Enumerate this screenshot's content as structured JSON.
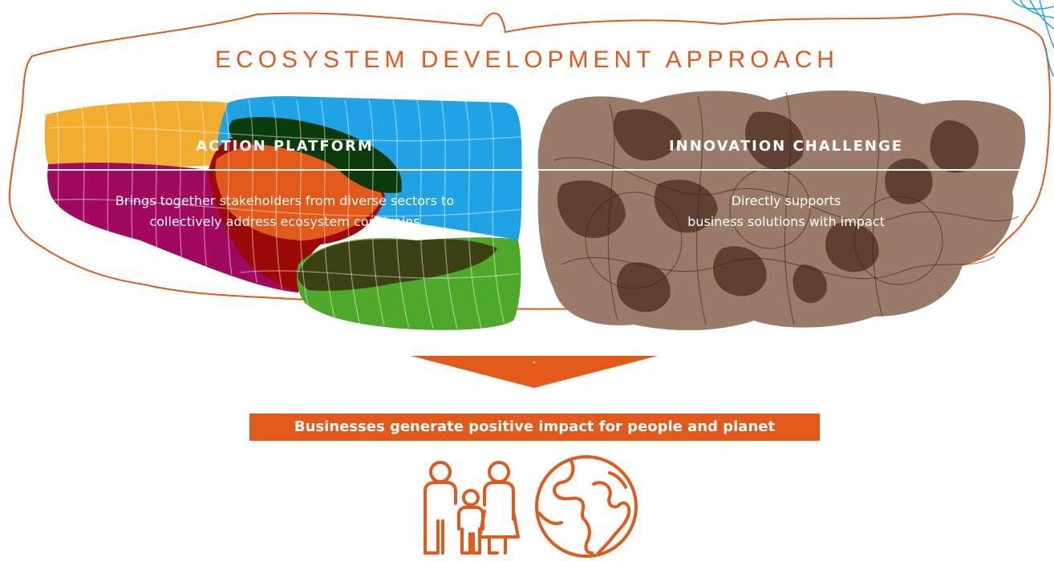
{
  "title": "ECOSYSTEM DEVELOPMENT APPROACH",
  "action_platform": {
    "heading": "ACTION PLATFORM",
    "description_line1": "Brings together stakeholders from diverse sectors to",
    "description_line2": "collectively address ecosystem constrains"
  },
  "innovation_challenge": {
    "heading": "INNOVATION CHALLENGE",
    "description_line1": "Directly supports",
    "description_line2": "business solutions with impact"
  },
  "outcome": "Businesses generate positive impact for people and planet",
  "icons": [
    "family-icon",
    "globe-icon"
  ],
  "colors": {
    "accent": "#e2591a",
    "yellow": "#f2ad2f",
    "blue": "#1fa3e6",
    "magenta": "#a1095e",
    "green": "#4ea82a",
    "dark_green": "#0b3a0b",
    "red": "#9c0a07",
    "brown": "#9a7b6a",
    "dark_brown": "#5a3a2c"
  }
}
